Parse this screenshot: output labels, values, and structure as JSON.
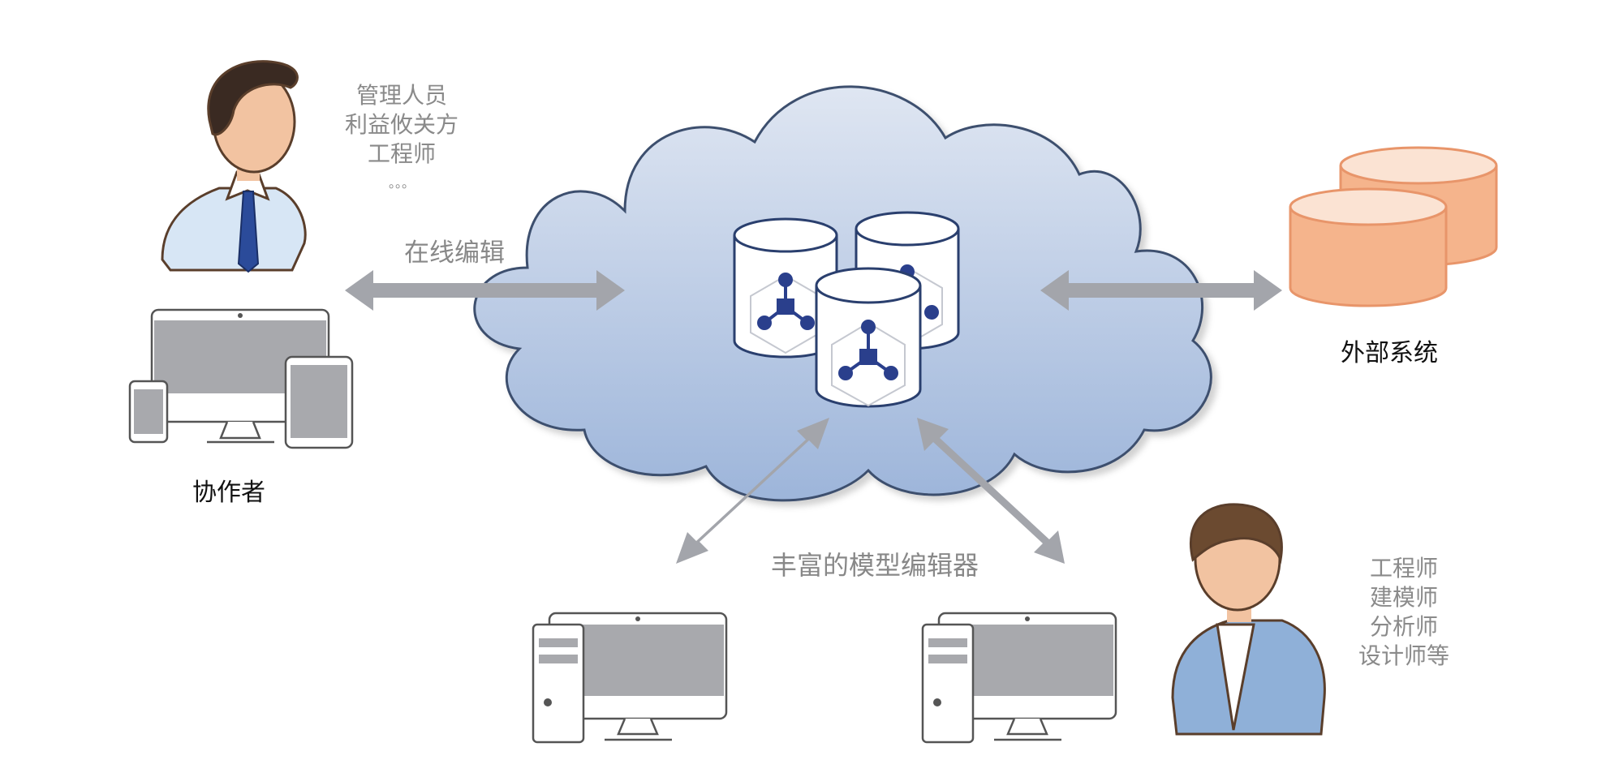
{
  "left_roles": [
    "管理人员",
    "利益攸关方",
    "工程师",
    "。。。"
  ],
  "collaborator_label": "协作者",
  "online_edit_label": "在线编辑",
  "external_system_label": "外部系统",
  "editors_label": "丰富的模型编辑器",
  "right_roles": [
    "工程师",
    "建模师",
    "分析师",
    "设计师等"
  ],
  "colors": {
    "cloud_top": "#dfe6f2",
    "cloud_bottom": "#9db5da",
    "cloud_stroke": "#3d4f6e",
    "arrow": "#a3a5ab",
    "external_db": "#f5b48c",
    "model_blue": "#2a3f8c",
    "skin": "#f2c3a1",
    "hair": "#3a2a22",
    "shirt_left": "#d7e6f5",
    "shirt_right": "#8fb0d8",
    "screen_gray": "#a8a9ad"
  }
}
